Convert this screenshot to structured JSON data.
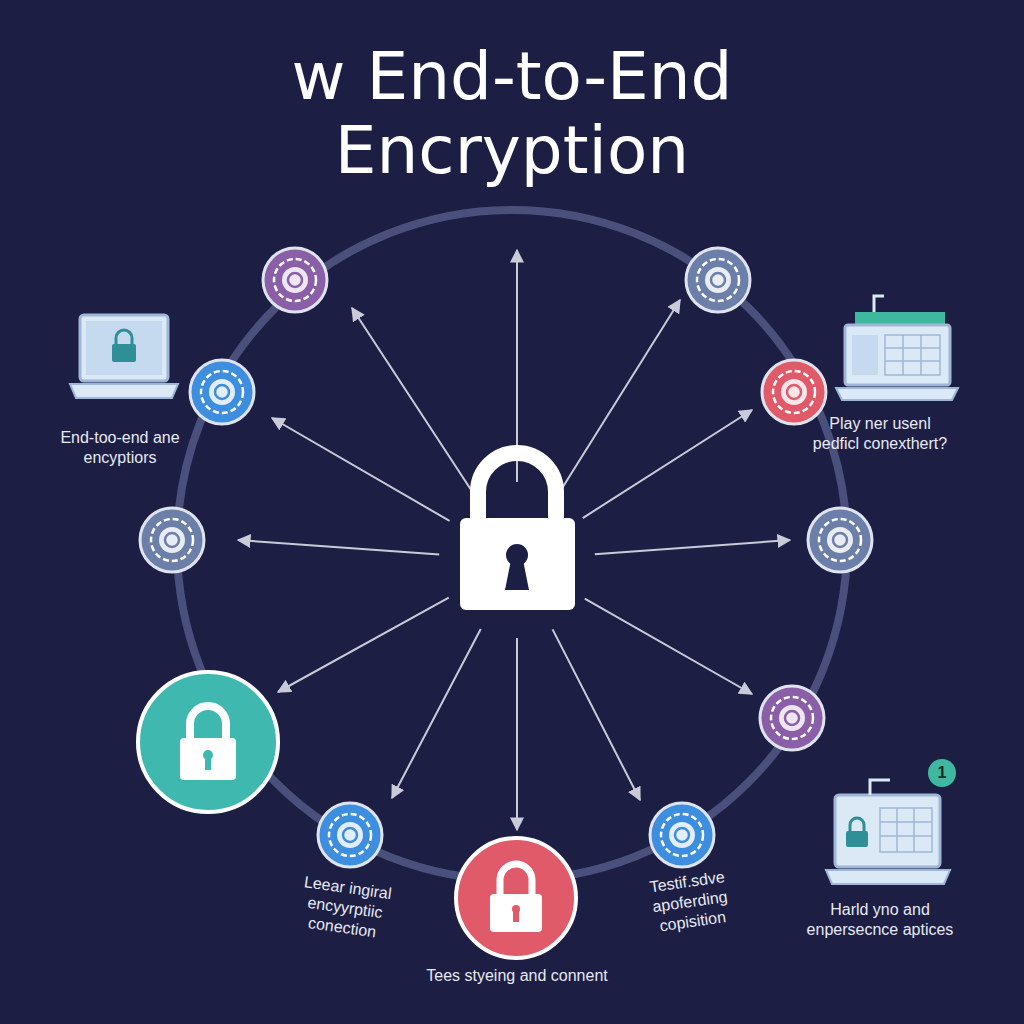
{
  "diagram": {
    "title": "w End-to-End Encryption",
    "nodes": [
      {
        "text": [
          "1"
        ]
      }
    ],
    "labels": [
      "End-too-end ane encyptiors",
      "Play ner usenl pedficl conexthert?",
      "Leear ingiral encyyrptiic conection",
      "Testif.sdve apoferding copisition",
      "Tees styeing and connent",
      "Harld yno and enpersecnce aptices"
    ]
  }
}
